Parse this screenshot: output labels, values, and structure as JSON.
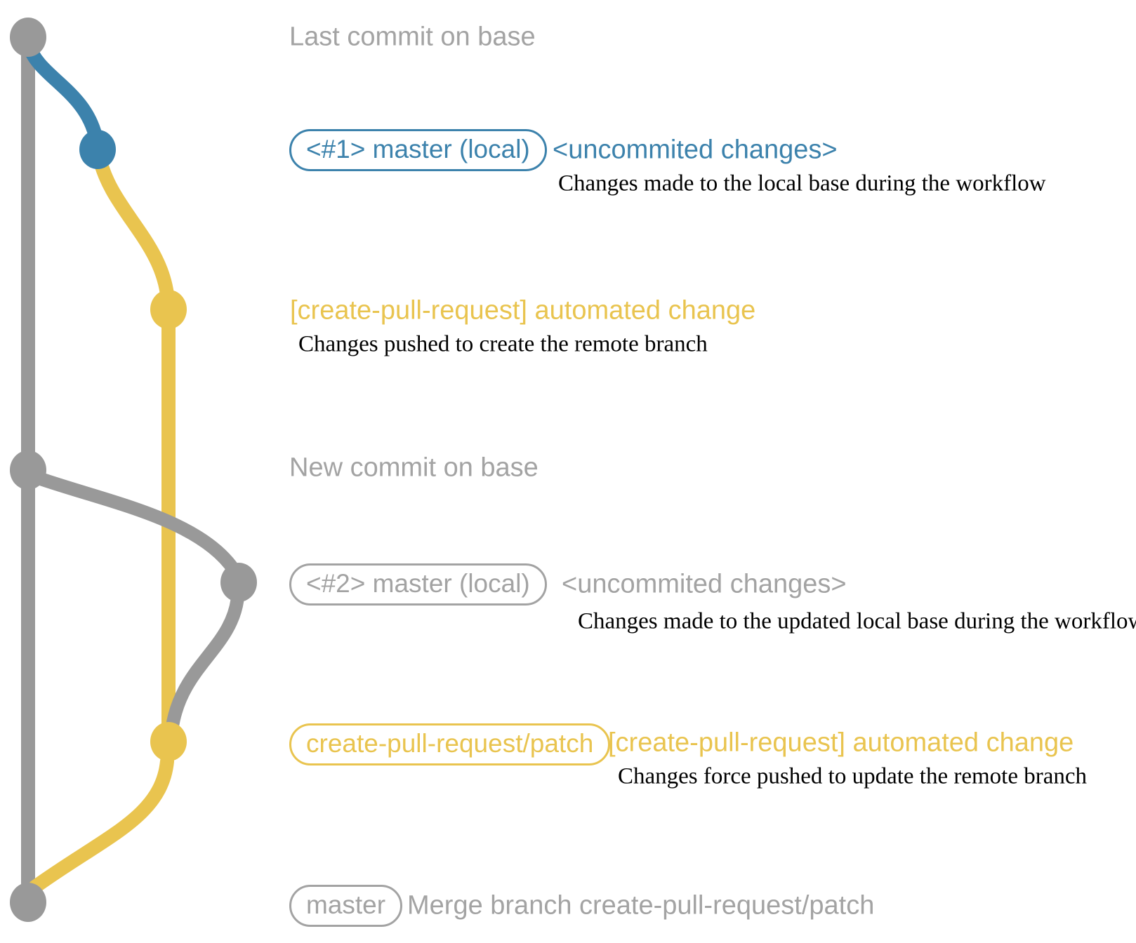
{
  "colors": {
    "gray": "#999999",
    "gray_text": "#a3a3a3",
    "blue": "#3c82ac",
    "yellow": "#e9c44f"
  },
  "rows": {
    "last_commit": {
      "label": "Last commit on base"
    },
    "commit1": {
      "badge": "<#1> master (local)",
      "title": "<uncommited changes>",
      "desc": "Changes made to the local base during the workflow"
    },
    "push1": {
      "title": "[create-pull-request] automated change",
      "desc": "Changes pushed to create the remote branch"
    },
    "new_commit": {
      "label": "New commit on base"
    },
    "commit2": {
      "badge": "<#2> master (local)",
      "title": "<uncommited changes>",
      "desc": "Changes made to the updated local base during the workflow"
    },
    "push2": {
      "badge": "create-pull-request/patch",
      "title": "[create-pull-request] automated change",
      "desc": "Changes force pushed to update the remote branch"
    },
    "merge": {
      "badge": "master",
      "label": "Merge branch create-pull-request/patch"
    }
  }
}
